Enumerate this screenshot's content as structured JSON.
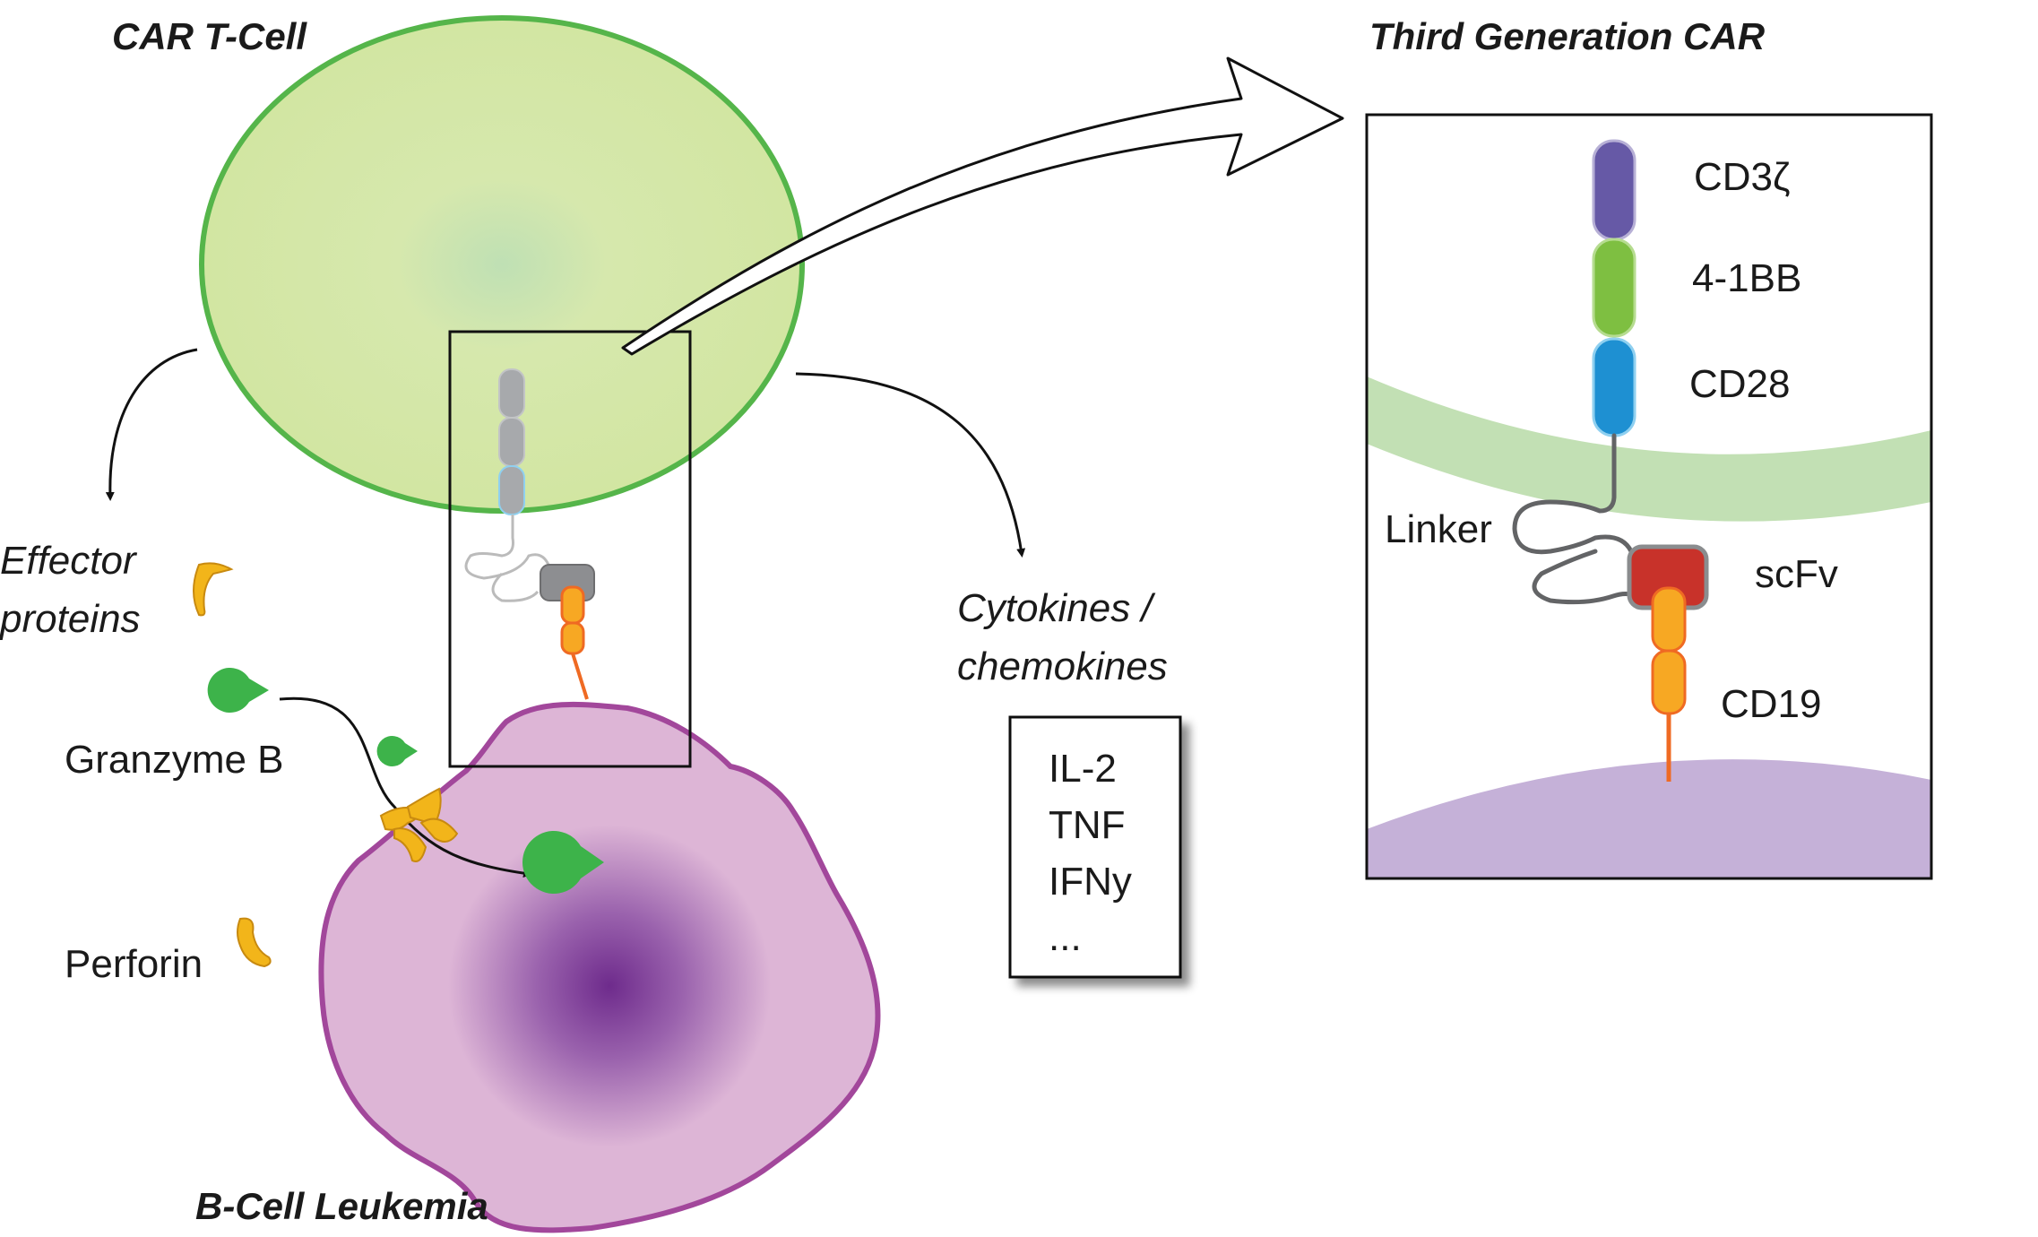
{
  "labels": {
    "car_t_cell": "CAR T-Cell",
    "third_generation_car": "Third Generation CAR",
    "b_cell_leukemia": "B-Cell Leukemia",
    "effector_line1": "Effector",
    "effector_line2": "proteins",
    "granzyme_b": "Granzyme B",
    "perforin": "Perforin",
    "cytokines_line1": "Cytokines /",
    "cytokines_line2": "chemokines"
  },
  "cytokine_list": [
    "IL-2",
    "TNF",
    "IFNy",
    "..."
  ],
  "car_domains": {
    "cd3z": "CD3ζ",
    "four_1bb": "4-1BB",
    "cd28": "CD28",
    "linker": "Linker",
    "scfv": "scFv",
    "cd19": "CD19"
  },
  "colors": {
    "t_cell_fill": "#d4e6a5",
    "t_cell_border": "#55b54a",
    "b_cell_fill": "#ddb5d6",
    "b_cell_border": "#a2479b",
    "nucleus": "#6e2b8c",
    "cd3z": "#6659a6",
    "four_1bb": "#7ebf41",
    "cd28": "#1e90d2",
    "scfv": "#c8322a",
    "cd19": "#f7a823",
    "cd19_stalk": "#ef6a23",
    "granzyme": "#3db34a",
    "perforin": "#f2b51a"
  }
}
